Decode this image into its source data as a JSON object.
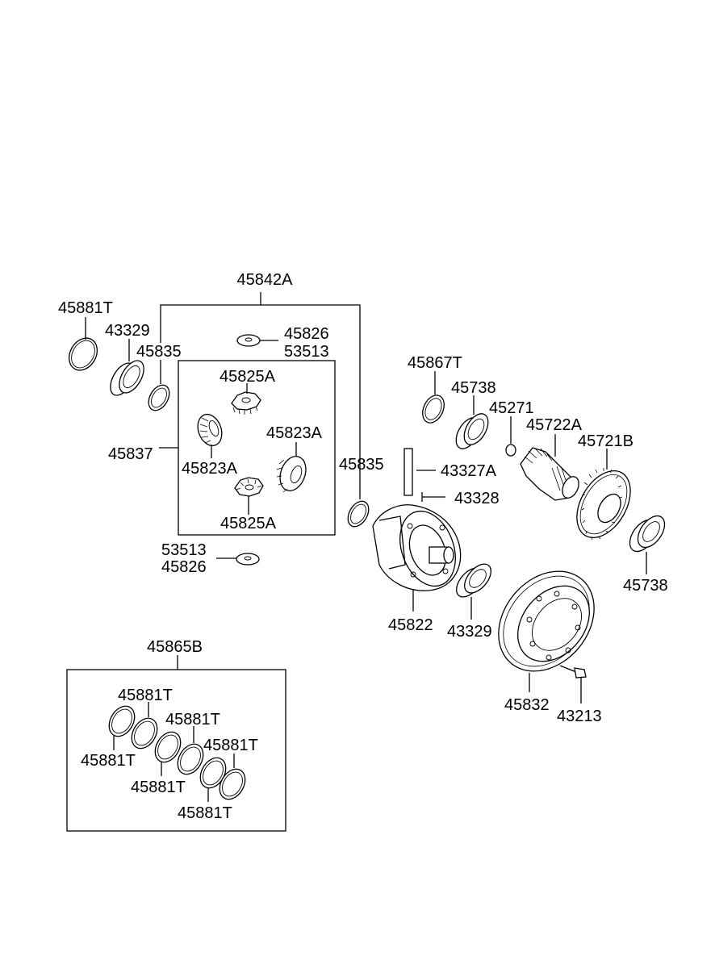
{
  "labels": {
    "assy_main": "45842A",
    "snap_ring_tl": "45881T",
    "bearing_left": "43329",
    "washer_left": "45835",
    "washer_top": "45826",
    "washer_top_b": "53513",
    "pinion_top": "45825A",
    "side_gear_left": "45823A",
    "side_gear_right": "45823A",
    "pinion_bottom": "45825A",
    "kit_gears": "45837",
    "washer_bottom_a": "53513",
    "washer_bottom_b": "45826",
    "ring_shim": "45867T",
    "bearing_ra": "45738",
    "bearing_rb": "45738",
    "part_45271": "45271",
    "shaft_gear": "45722A",
    "gear_large": "45721B",
    "washer_mid": "45835",
    "pinion_shaft": "43327A",
    "pin": "43328",
    "case": "45822",
    "bearing_case": "43329",
    "ring_gear": "45832",
    "bolt": "43213",
    "kit_rings": "45865B",
    "ring_1": "45881T",
    "ring_2": "45881T",
    "ring_3": "45881T",
    "ring_4": "45881T",
    "ring_5": "45881T",
    "ring_6": "45881T"
  }
}
